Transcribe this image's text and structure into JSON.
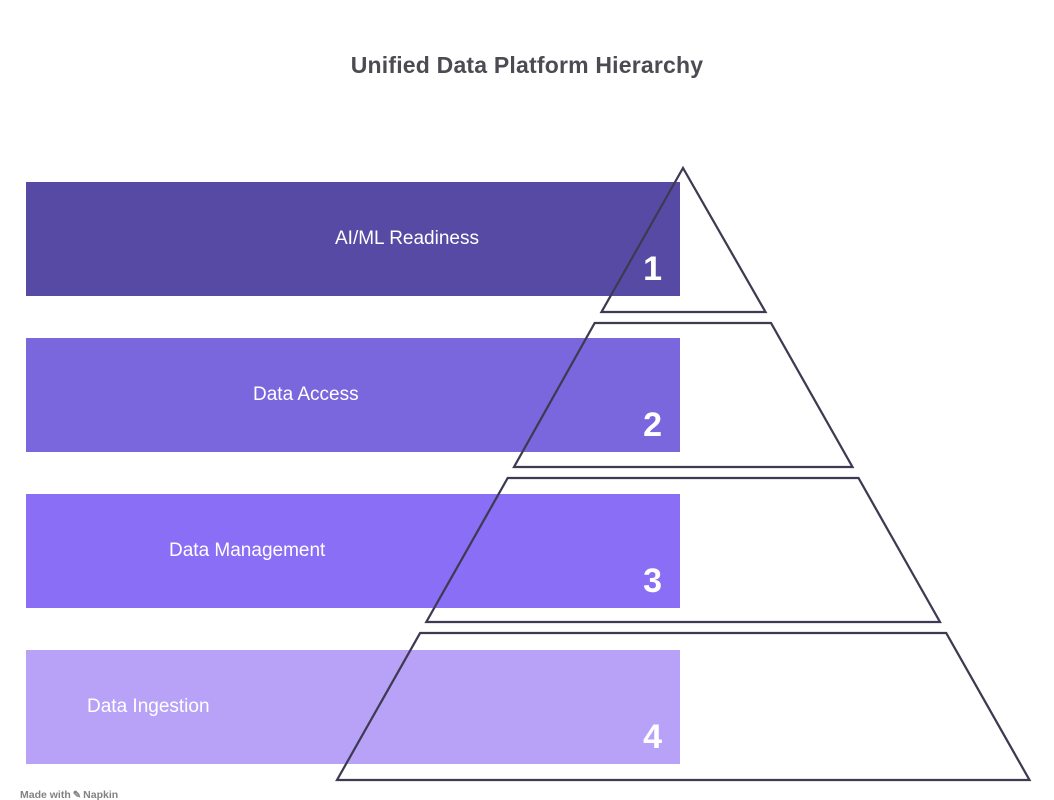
{
  "title": "Unified Data Platform Hierarchy",
  "levels": [
    {
      "rank": "1",
      "label": "AI/ML Readiness",
      "color": "#574AA4"
    },
    {
      "rank": "2",
      "label": "Data Access",
      "color": "#7A67DD"
    },
    {
      "rank": "3",
      "label": "Data Management",
      "color": "#8A6EF5"
    },
    {
      "rank": "4",
      "label": "Data Ingestion",
      "color": "#B7A2F8"
    }
  ],
  "pyramid": {
    "levels_count": 4,
    "outline_color": "#3E3A52"
  },
  "watermark": {
    "prefix": "Made with",
    "brand": "Napkin",
    "icon": "pen-nib-icon",
    "color": "#828286"
  },
  "colors": {
    "background": "#FFFFFF",
    "title_text": "#4B4B53",
    "bar_text": "#FFFFFF",
    "bar_border": "#FFFFFF"
  }
}
